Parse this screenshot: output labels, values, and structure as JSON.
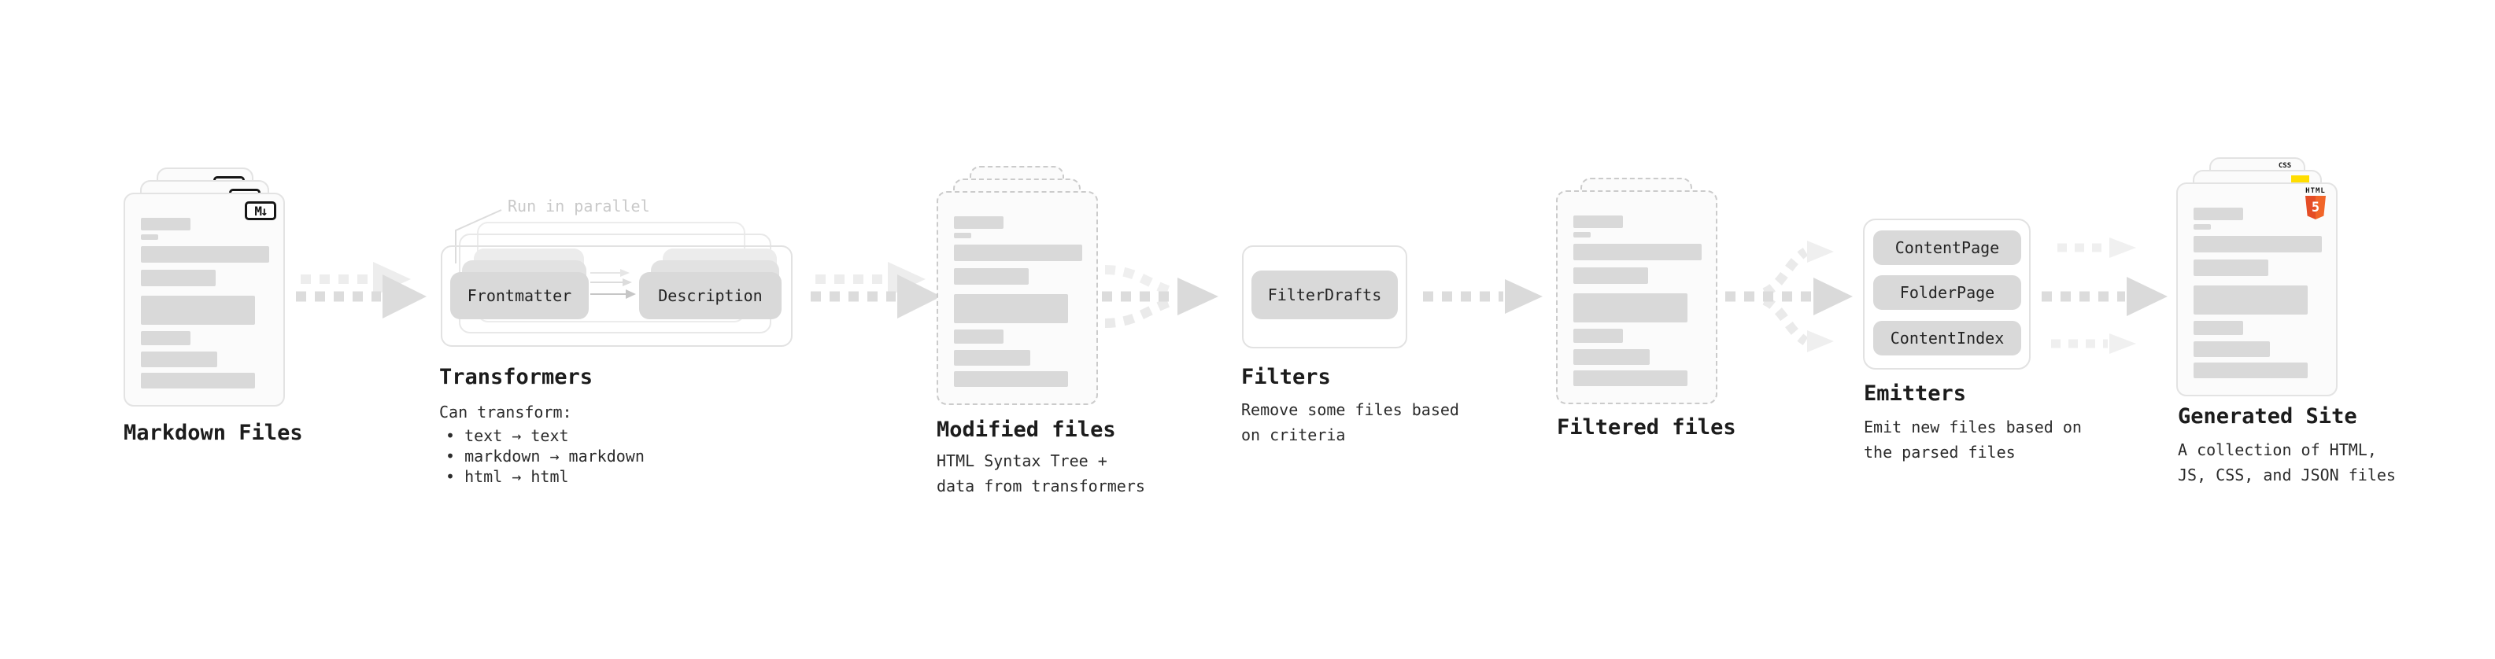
{
  "diagram": {
    "markdown_files": {
      "label": "Markdown Files",
      "badge": "M↓"
    },
    "transformers": {
      "label": "Transformers",
      "annotation": "Run in parallel",
      "nodes": [
        "Frontmatter",
        "Description"
      ],
      "desc_heading": "Can transform:",
      "bullets": [
        "• text → text",
        "• markdown → markdown",
        "• html → html"
      ]
    },
    "modified_files": {
      "label": "Modified files",
      "description": "HTML Syntax Tree +\ndata from transformers"
    },
    "filters": {
      "label": "Filters",
      "node": "FilterDrafts",
      "description": "Remove some files based\non criteria"
    },
    "filtered_files": {
      "label": "Filtered files"
    },
    "emitters": {
      "label": "Emitters",
      "nodes": [
        "ContentPage",
        "FolderPage",
        "ContentIndex"
      ],
      "description": "Emit new files based on\nthe parsed files"
    },
    "generated_site": {
      "label": "Generated Site",
      "description": "A collection of HTML,\nJS, CSS, and JSON files",
      "css_badge": "CSS",
      "html_badge": {
        "brand": "HTML",
        "number": "5"
      }
    }
  },
  "colors": {
    "doc_fill": "#fbfbfb",
    "doc_border": "#e3e3e3",
    "bar_gray": "#d9d9d9",
    "arrow_gray": "#dcdcdc",
    "arrow_light": "#ededed",
    "annotation_gray": "#c9c9c9",
    "html5_orange": "#e44d26",
    "js_yellow": "#ffdd00",
    "css_blue": "#1a6cf5"
  }
}
